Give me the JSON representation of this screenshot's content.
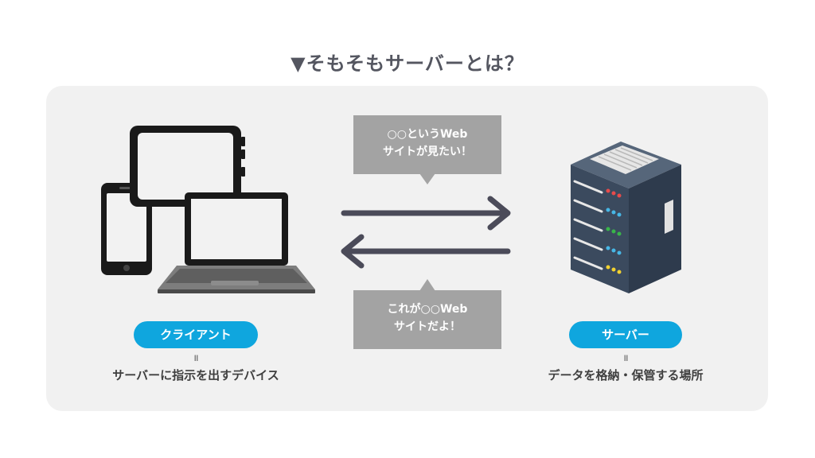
{
  "title": "▼そもそもサーバーとは？",
  "request_bubble": {
    "line1": "○○というWeb",
    "line2": "サイトが見たい！"
  },
  "response_bubble": {
    "line1": "これが○○Web",
    "line2": "サイトだよ！"
  },
  "client": {
    "label": "クライアント",
    "equals": "॥",
    "description": "サーバーに指示を出すデバイス"
  },
  "server": {
    "label": "サーバー",
    "equals": "॥",
    "description": "データを格納・保管する場所"
  },
  "colors": {
    "accent": "#0fa6de",
    "panel": "#f1f1f1",
    "bubble": "#a3a3a3",
    "arrow": "#4b4b59",
    "server_body": "#3b4a5e"
  },
  "icons": [
    "tablet-icon",
    "smartphone-icon",
    "laptop-icon",
    "server-rack-icon",
    "arrow-right-icon",
    "arrow-left-icon"
  ]
}
